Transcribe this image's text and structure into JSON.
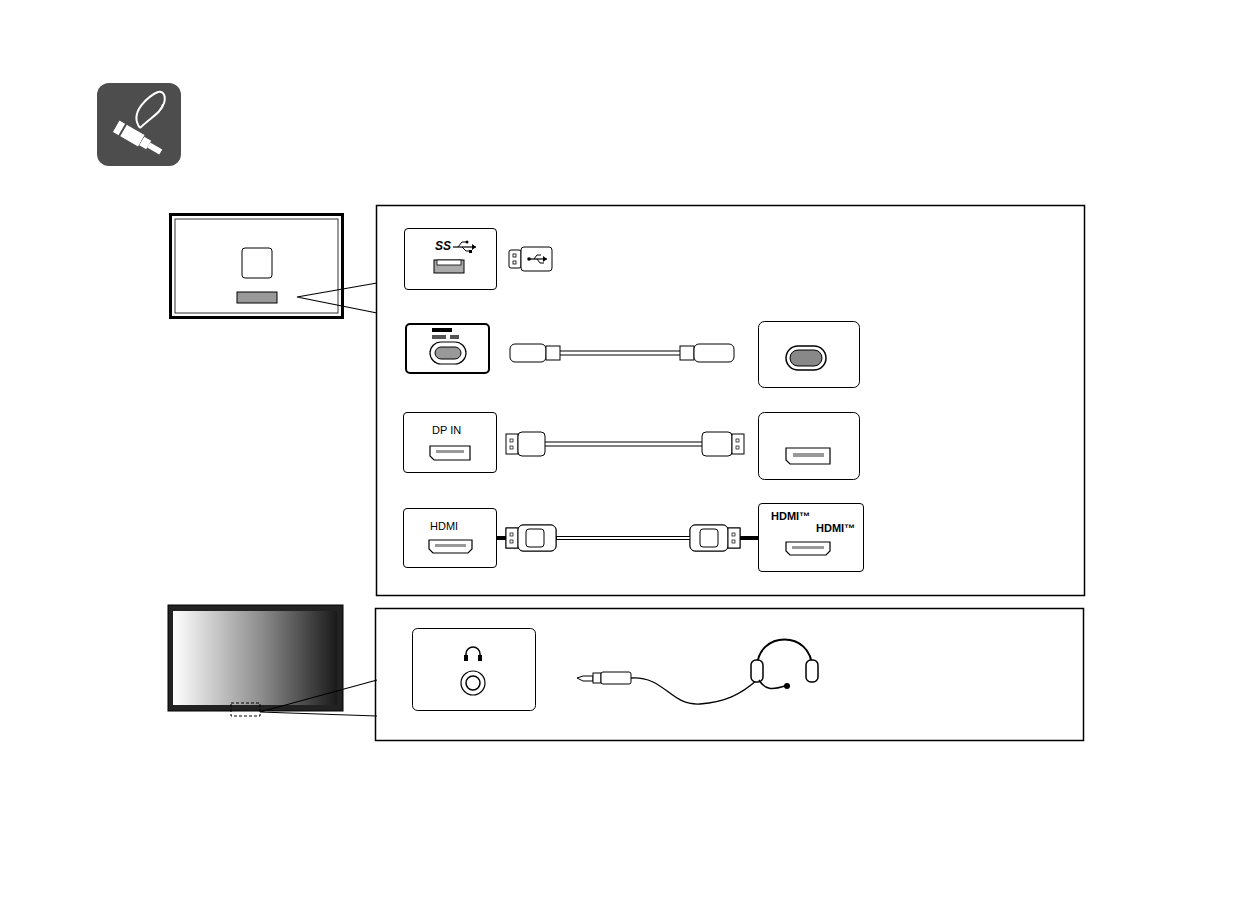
{
  "diagram": {
    "nodes": [
      {
        "text": [
          "SS"
        ]
      },
      {
        "text": [
          "DP IN"
        ]
      },
      {
        "text": [
          "HDMI"
        ]
      },
      {
        "text": [
          "HDMI™",
          "HDMI™"
        ]
      }
    ],
    "edges": [
      {
        "from": 2,
        "to": 3,
        "arrow": "none"
      }
    ]
  }
}
